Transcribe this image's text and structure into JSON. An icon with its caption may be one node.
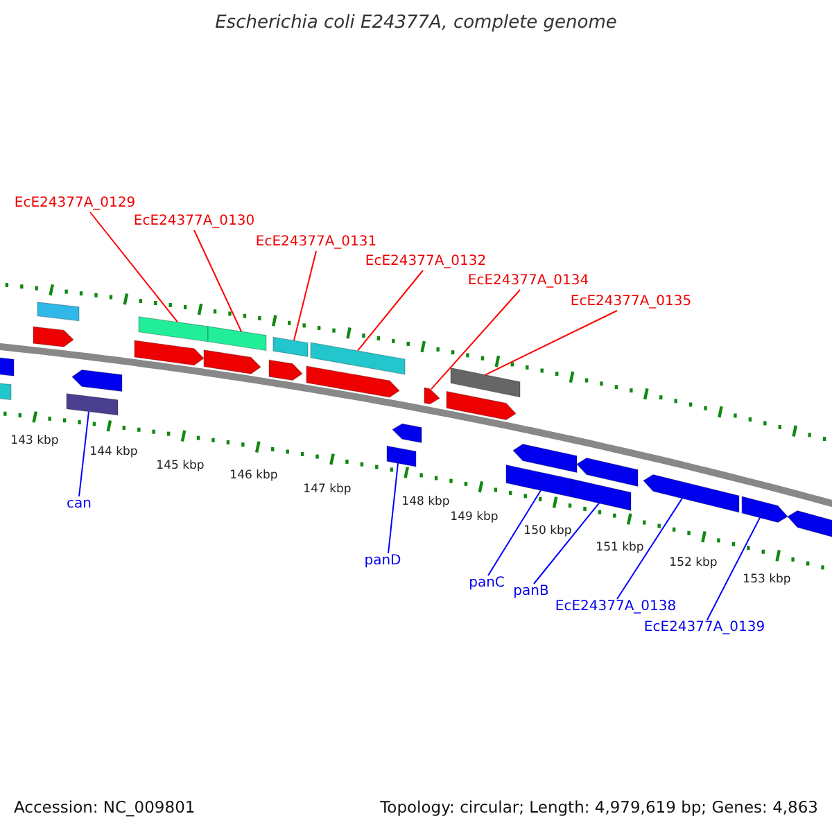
{
  "diagram": {
    "title": "Escherichia coli E24377A, complete genome",
    "nodes": [
      {
        "text": [
          "EcE24377A_0129"
        ]
      },
      {
        "text": [
          "EcE24377A_0130"
        ]
      },
      {
        "text": [
          "EcE24377A_0131"
        ]
      },
      {
        "text": [
          "EcE24377A_0132"
        ]
      },
      {
        "text": [
          "EcE24377A_0134"
        ]
      },
      {
        "text": [
          "EcE24377A_0135"
        ]
      },
      {
        "text": [
          "can"
        ]
      },
      {
        "text": [
          "panD"
        ]
      },
      {
        "text": [
          "panC"
        ]
      },
      {
        "text": [
          "panB"
        ]
      },
      {
        "text": [
          "EcE24377A_0138"
        ]
      },
      {
        "text": [
          "EcE24377A_0139"
        ]
      },
      {
        "text": [],
        "shape": "bar"
      },
      {
        "text": [],
        "shape": "bar"
      },
      {
        "text": [],
        "shape": "bar"
      },
      {
        "text": [],
        "shape": "bar"
      },
      {
        "text": [],
        "shape": "arrow"
      },
      {
        "text": [],
        "shape": "bar"
      },
      {
        "text": [],
        "shape": "bar"
      },
      {
        "text": [],
        "shape": "bar"
      },
      {
        "text": [],
        "shape": "bar"
      },
      {
        "text": [],
        "shape": "bar"
      },
      {
        "text": [],
        "shape": "arrow"
      },
      {
        "text": [],
        "shape": "arrow"
      }
    ],
    "edges": [
      {
        "from": 0,
        "to": 12,
        "arrow": "none",
        "color": "#ff0000"
      },
      {
        "from": 1,
        "to": 13,
        "arrow": "none",
        "color": "#ff0000"
      },
      {
        "from": 2,
        "to": 14,
        "arrow": "none",
        "color": "#ff0000"
      },
      {
        "from": 3,
        "to": 15,
        "arrow": "none",
        "color": "#ff0000"
      },
      {
        "from": 4,
        "to": 16,
        "arrow": "none",
        "color": "#ff0000"
      },
      {
        "from": 5,
        "to": 17,
        "arrow": "none",
        "color": "#ff0000"
      },
      {
        "from": 6,
        "to": 18,
        "arrow": "none",
        "color": "#0000ff"
      },
      {
        "from": 7,
        "to": 19,
        "arrow": "none",
        "color": "#0000ff"
      },
      {
        "from": 8,
        "to": 20,
        "arrow": "none",
        "color": "#0000ff"
      },
      {
        "from": 9,
        "to": 21,
        "arrow": "none",
        "color": "#0000ff"
      },
      {
        "from": 10,
        "to": 22,
        "arrow": "none",
        "color": "#0000ff"
      },
      {
        "from": 11,
        "to": 23,
        "arrow": "none",
        "color": "#0000ff"
      }
    ],
    "labels": [
      "143 kbp",
      "144 kbp",
      "145 kbp",
      "146 kbp",
      "147 kbp",
      "148 kbp",
      "149 kbp",
      "150 kbp",
      "151 kbp",
      "152 kbp",
      "153 kbp",
      "Accession: NC_009801",
      "Topology: circular; Length: 4,979,619 bp; Genes: 4,863"
    ]
  }
}
